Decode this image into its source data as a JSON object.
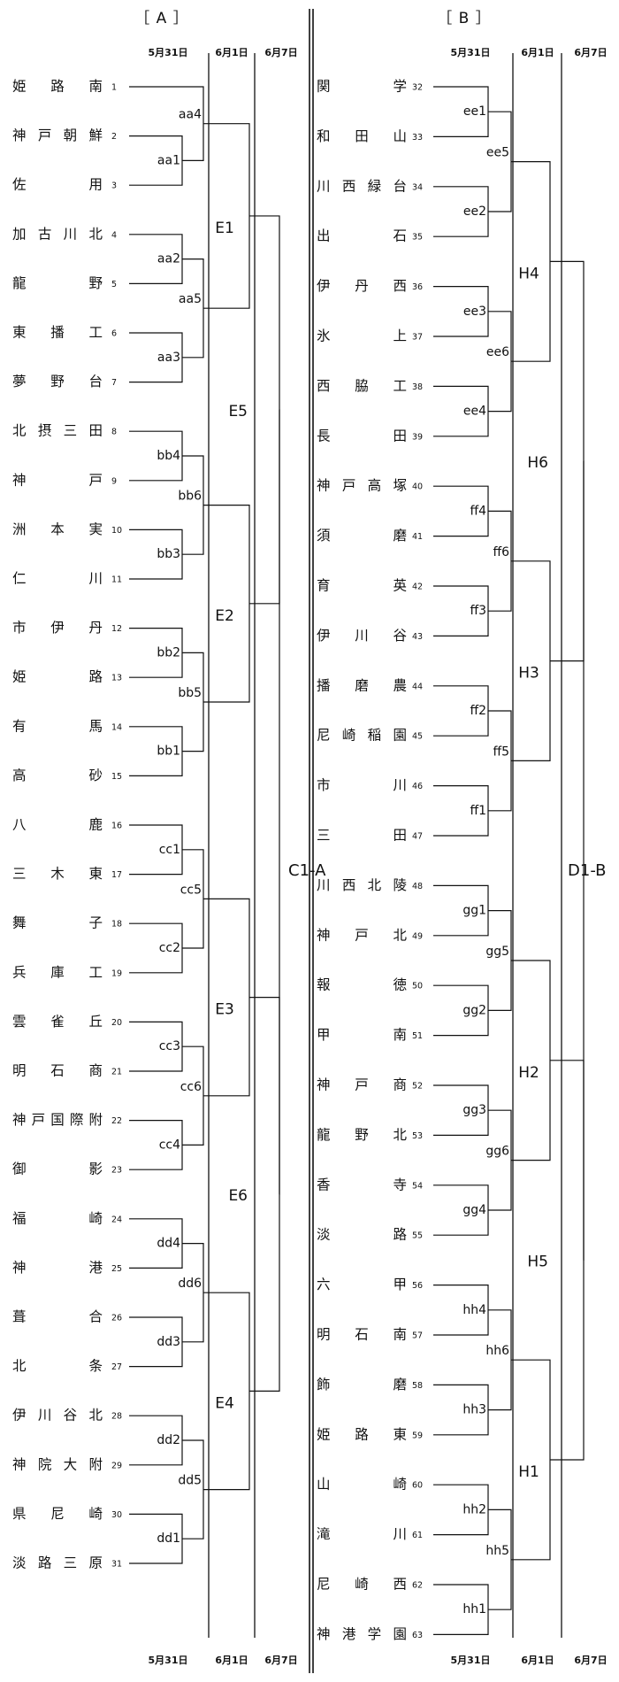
{
  "headers": {
    "left_title": "［ A ］",
    "right_title": "［ B ］",
    "dates": [
      "5月31日",
      "6月1日",
      "6月7日"
    ]
  },
  "blockA": {
    "teams": [
      {
        "num": "1",
        "name": "姫 路 南"
      },
      {
        "num": "2",
        "name": "神戸朝鮮"
      },
      {
        "num": "3",
        "name": "佐 用"
      },
      {
        "num": "4",
        "name": "加古川北"
      },
      {
        "num": "5",
        "name": "龍 野"
      },
      {
        "num": "6",
        "name": "東 播 工"
      },
      {
        "num": "7",
        "name": "夢 野 台"
      },
      {
        "num": "8",
        "name": "北摂三田"
      },
      {
        "num": "9",
        "name": "神 戸"
      },
      {
        "num": "10",
        "name": "洲 本 実"
      },
      {
        "num": "11",
        "name": "仁 川"
      },
      {
        "num": "12",
        "name": "市 伊 丹"
      },
      {
        "num": "13",
        "name": "姫 路"
      },
      {
        "num": "14",
        "name": "有 馬"
      },
      {
        "num": "15",
        "name": "高 砂"
      },
      {
        "num": "16",
        "name": "八 鹿"
      },
      {
        "num": "17",
        "name": "三 木 東"
      },
      {
        "num": "18",
        "name": "舞 子"
      },
      {
        "num": "19",
        "name": "兵 庫 工"
      },
      {
        "num": "20",
        "name": "雲 雀 丘"
      },
      {
        "num": "21",
        "name": "明 石 商"
      },
      {
        "num": "22",
        "name": "神戸国際附"
      },
      {
        "num": "23",
        "name": "御 影"
      },
      {
        "num": "24",
        "name": "福 崎"
      },
      {
        "num": "25",
        "name": "神 港"
      },
      {
        "num": "26",
        "name": "葺 合"
      },
      {
        "num": "27",
        "name": "北 条"
      },
      {
        "num": "28",
        "name": "伊川谷北"
      },
      {
        "num": "29",
        "name": "神院大附"
      },
      {
        "num": "30",
        "name": "県 尼 崎"
      },
      {
        "num": "31",
        "name": "淡路三原"
      }
    ],
    "first_round": [
      "aa1",
      "aa2",
      "aa3",
      "bb3",
      "bb4",
      "bb2",
      "bb1",
      "cc1",
      "cc2",
      "cc3",
      "cc4",
      "dd4",
      "dd3",
      "dd2",
      "dd1"
    ],
    "second_round": [
      "aa4",
      "aa5",
      "bb6",
      "bb5",
      "cc5",
      "cc6",
      "dd6",
      "dd5"
    ],
    "third_round": [
      "E1",
      "E2",
      "E3",
      "E4"
    ],
    "fourth_round": [
      "E5",
      "E6"
    ],
    "final": "C1-A"
  },
  "blockB": {
    "teams": [
      {
        "num": "32",
        "name": "関 学"
      },
      {
        "num": "33",
        "name": "和 田 山"
      },
      {
        "num": "34",
        "name": "川西緑台"
      },
      {
        "num": "35",
        "name": "出 石"
      },
      {
        "num": "36",
        "name": "伊 丹 西"
      },
      {
        "num": "37",
        "name": "氷 上"
      },
      {
        "num": "38",
        "name": "西 脇 工"
      },
      {
        "num": "39",
        "name": "長 田"
      },
      {
        "num": "40",
        "name": "神戸高塚"
      },
      {
        "num": "41",
        "name": "須 磨"
      },
      {
        "num": "42",
        "name": "育 英"
      },
      {
        "num": "43",
        "name": "伊 川 谷"
      },
      {
        "num": "44",
        "name": "播 磨 農"
      },
      {
        "num": "45",
        "name": "尼崎稲園"
      },
      {
        "num": "46",
        "name": "市 川"
      },
      {
        "num": "47",
        "name": "三 田"
      },
      {
        "num": "48",
        "name": "川西北陵"
      },
      {
        "num": "49",
        "name": "神 戸 北"
      },
      {
        "num": "50",
        "name": "報 徳"
      },
      {
        "num": "51",
        "name": "甲 南"
      },
      {
        "num": "52",
        "name": "神 戸 商"
      },
      {
        "num": "53",
        "name": "龍 野 北"
      },
      {
        "num": "54",
        "name": "香 寺"
      },
      {
        "num": "55",
        "name": "淡 路"
      },
      {
        "num": "56",
        "name": "六 甲"
      },
      {
        "num": "57",
        "name": "明 石 南"
      },
      {
        "num": "58",
        "name": "飾 磨"
      },
      {
        "num": "59",
        "name": "姫 路 東"
      },
      {
        "num": "60",
        "name": "山 崎"
      },
      {
        "num": "61",
        "name": "滝 川"
      },
      {
        "num": "62",
        "name": "尼 崎 西"
      },
      {
        "num": "63",
        "name": "神港学園"
      }
    ],
    "first_round": [
      "ee1",
      "ee2",
      "ee3",
      "ee4",
      "ff4",
      "ff3",
      "ff2",
      "ff1",
      "gg1",
      "gg2",
      "gg3",
      "gg4",
      "hh4",
      "hh3",
      "hh2",
      "hh1"
    ],
    "second_round": [
      "ee5",
      "ee6",
      "ff6",
      "ff5",
      "gg5",
      "gg6",
      "hh6",
      "hh5"
    ],
    "third_round": [
      "H4",
      "H3",
      "H2",
      "H1"
    ],
    "fourth_round": [
      "H6",
      "H5"
    ],
    "final": "D1-B"
  }
}
